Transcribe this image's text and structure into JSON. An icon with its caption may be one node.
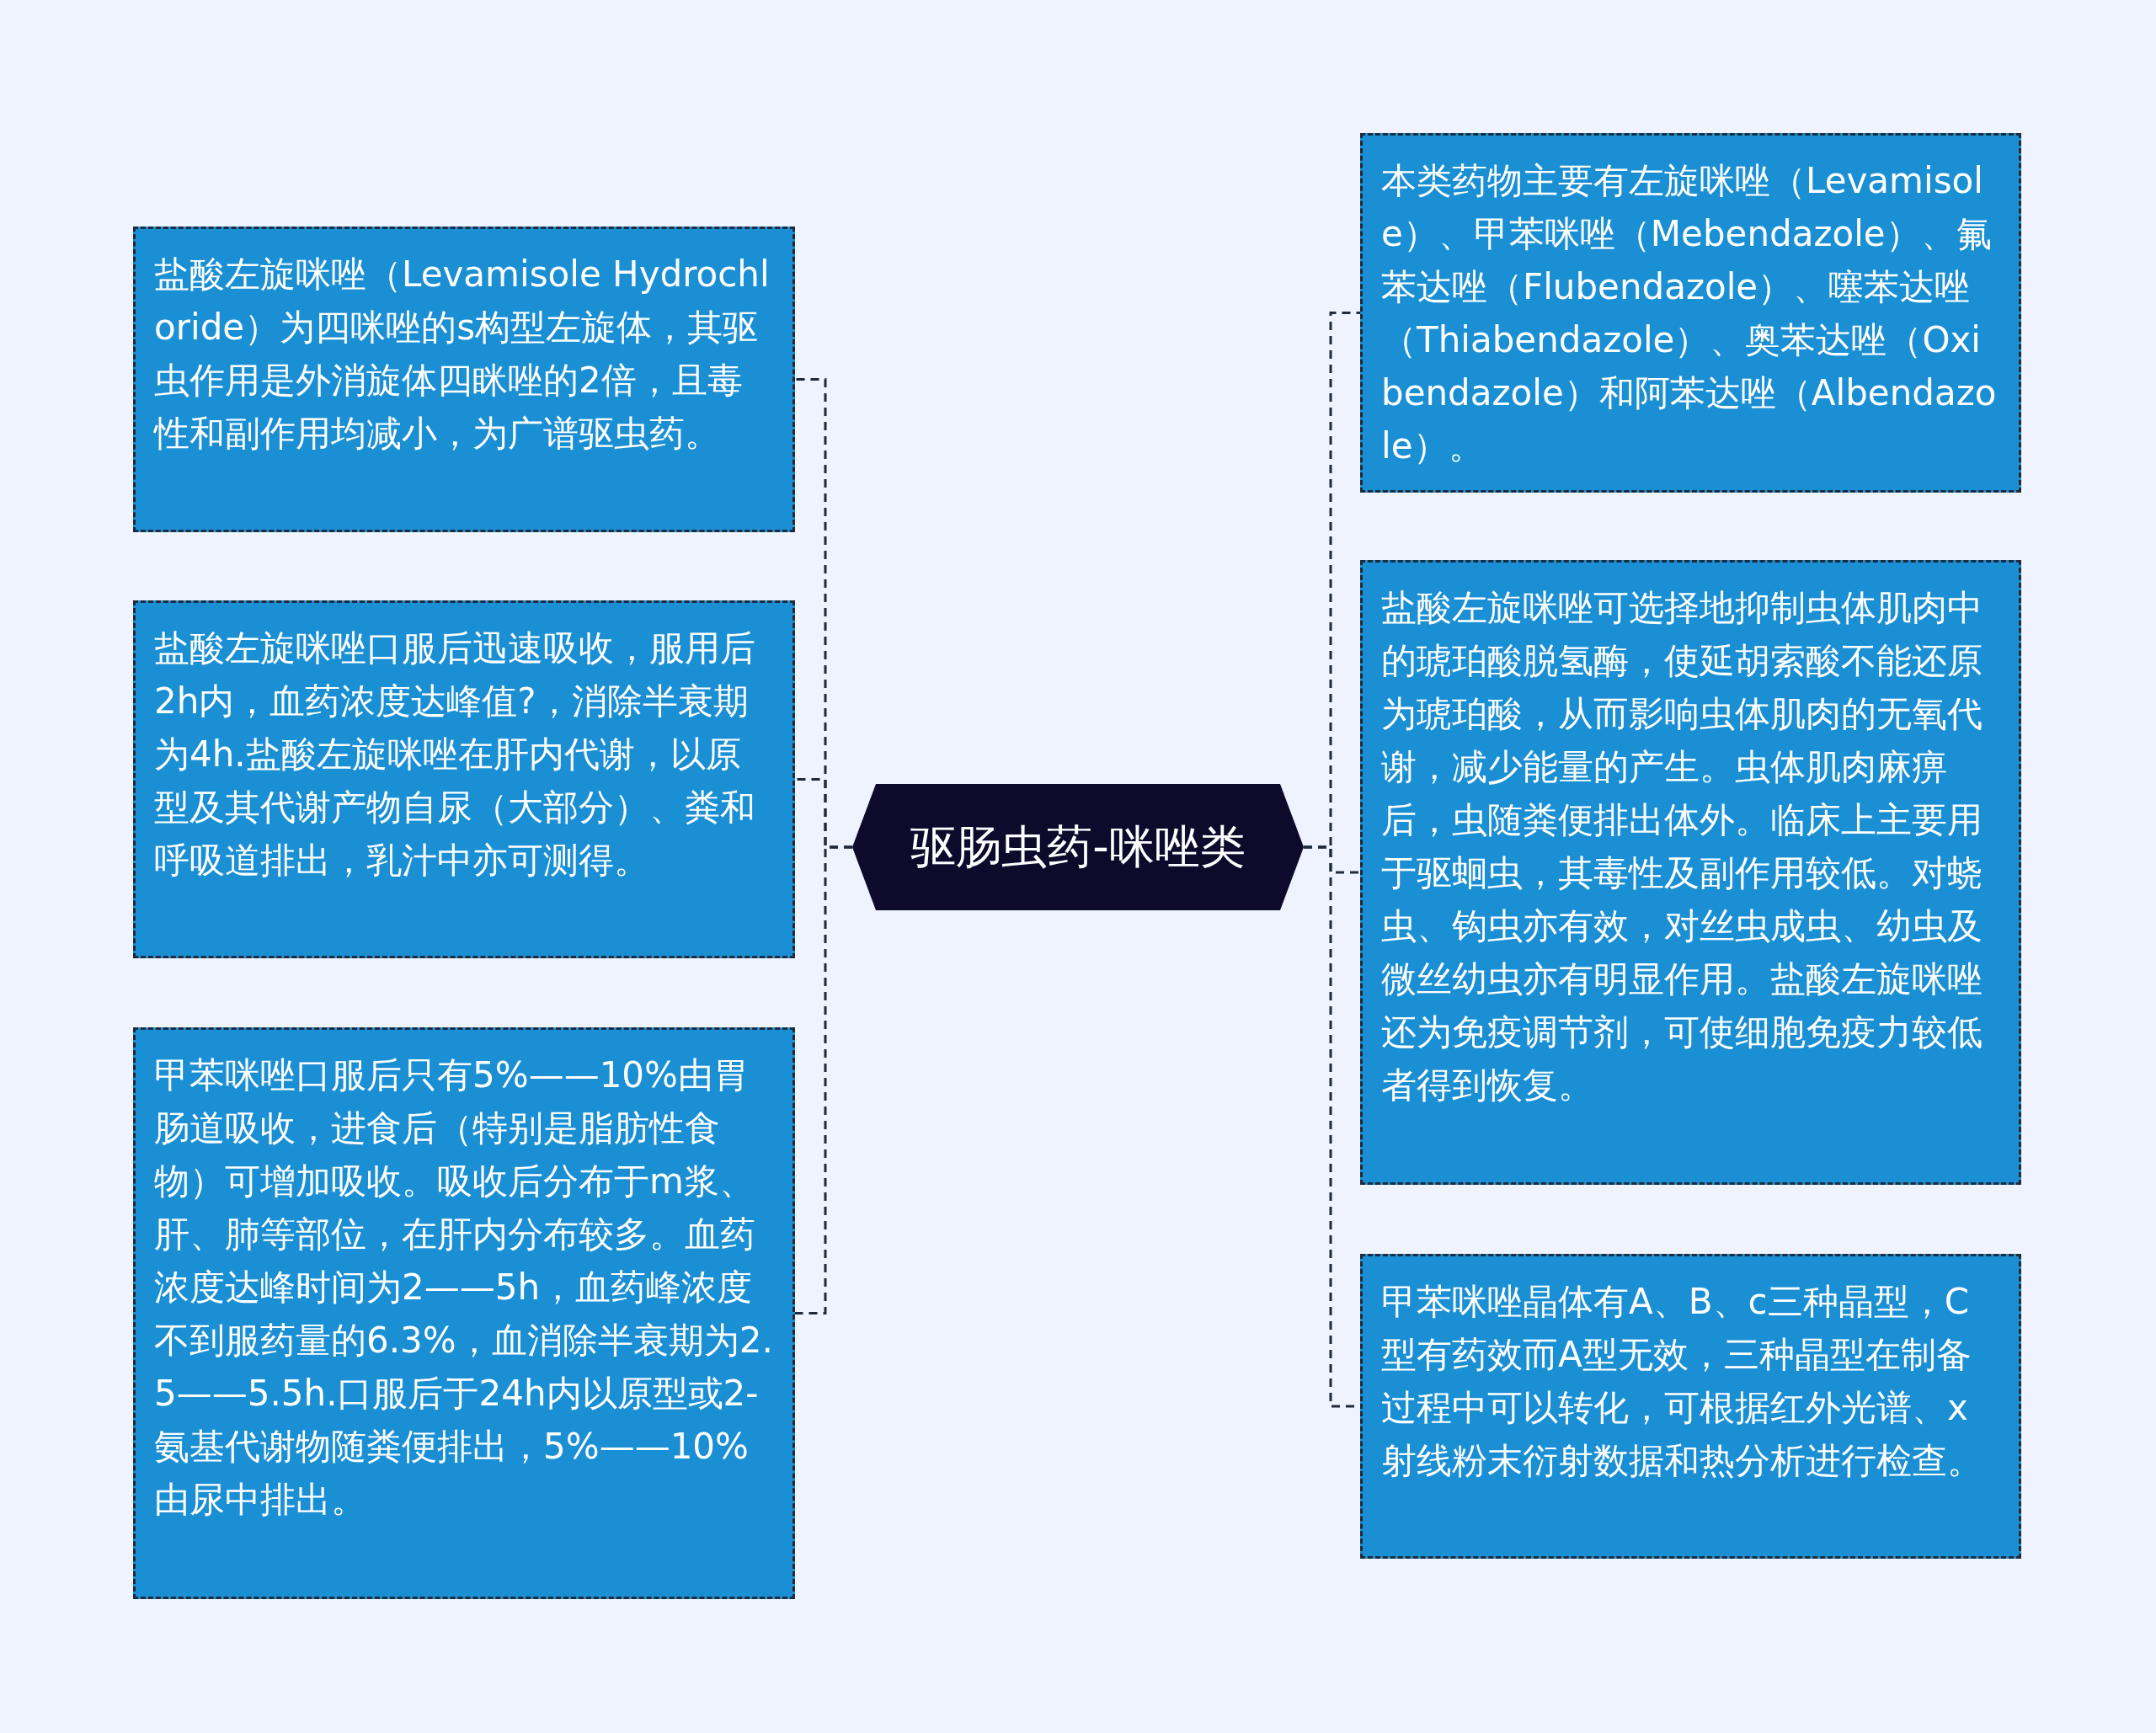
{
  "diagram": {
    "nodes": [
      {
        "text": [
          "驱肠虫药-咪唑类"
        ]
      },
      {
        "text": [
          "盐酸左旋咪唑（Levamisole Hydrochloride）为四咪唑的s构型左旋体，其驱虫作用是外消旋体四眯唑的2倍，且毒性和副作用均减小，为广谱驱虫药。"
        ]
      },
      {
        "text": [
          "盐酸左旋咪唑口服后迅速吸收，服用后2h内，血药浓度达峰值?，消除半衰期为4h.盐酸左旋咪唑在肝内代谢，以原型及其代谢产物自尿（大部分）、粪和呼吸道排出，乳汁中亦可测得。"
        ]
      },
      {
        "text": [
          "甲苯咪唑口服后只有5%——10%由胃肠道吸收，进食后（特别是脂肪性食物）可增加吸收。吸收后分布于m浆、肝、肺等部位，在肝内分布较多。血药浓度达峰时间为2——5h，血药峰浓度不到服药量的6.3%，血消除半衰期为2.5——5.5h.口服后于24h内以原型或2-氨基代谢物随粪便排出，5%——10%由尿中排出。"
        ]
      },
      {
        "text": [
          "本类药物主要有左旋咪唑（Levamisole）、甲苯咪唑（Mebendazole）、氟苯达唑（Flubendazole）、噻苯达唑（Thiabendazole）、奥苯达唑（Oxibendazole）和阿苯达唑（Albendazole）。"
        ]
      },
      {
        "text": [
          "盐酸左旋咪唑可选择地抑制虫体肌肉中的琥珀酸脱氢酶，使延胡索酸不能还原为琥珀酸，从而影响虫体肌肉的无氧代谢，减少能量的产生。虫体肌肉麻痹后，虫随粪便排出体外。临床上主要用于驱蛔虫，其毒性及副作用较低。对蛲虫、钩虫亦有效，对丝虫成虫、幼虫及微丝幼虫亦有明显作用。盐酸左旋咪唑还为免疫调节剂，可使细胞免疫力较低者得到恢复。"
        ]
      },
      {
        "text": [
          "甲苯咪唑晶体有A、B、c三种晶型，C型有药效而A型无效，三种晶型在制备过程中可以转化，可根据红外光谱、x射线粉末衍射数据和热分析进行检查。"
        ]
      }
    ],
    "edges": [
      {
        "from": 0,
        "to": 1,
        "arrow": "none",
        "style": "dashed"
      },
      {
        "from": 0,
        "to": 2,
        "arrow": "none",
        "style": "dashed"
      },
      {
        "from": 0,
        "to": 3,
        "arrow": "none",
        "style": "dashed"
      },
      {
        "from": 0,
        "to": 4,
        "arrow": "none",
        "style": "dashed"
      },
      {
        "from": 0,
        "to": 5,
        "arrow": "none",
        "style": "dashed"
      },
      {
        "from": 0,
        "to": 6,
        "arrow": "none",
        "style": "dashed"
      }
    ]
  }
}
